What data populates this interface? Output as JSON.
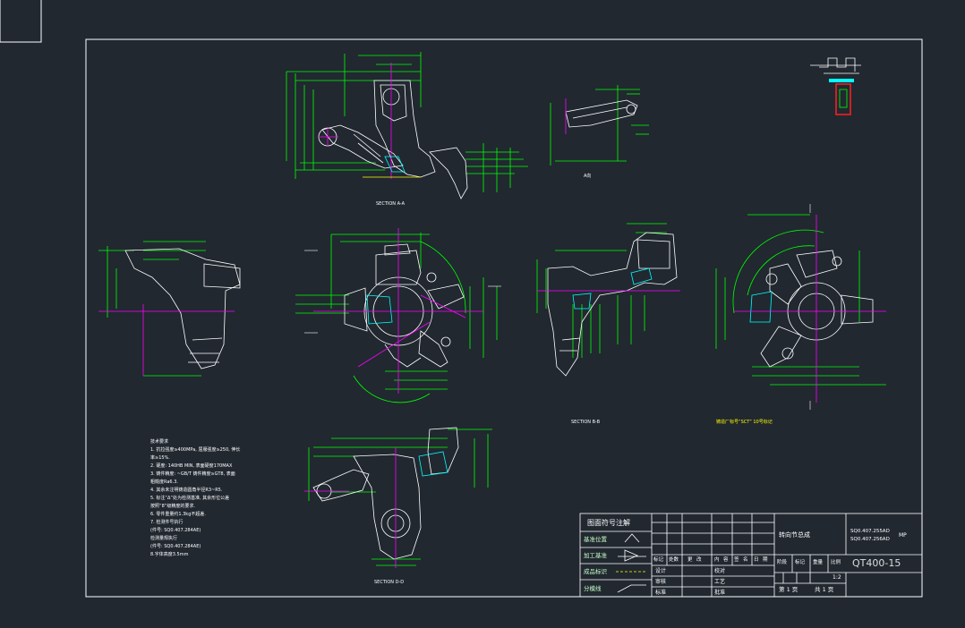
{
  "views": {
    "section_a": "SECTION A-A",
    "view_a": "A向",
    "section_b": "SECTION B-B",
    "section_d": "SECTION D-D",
    "callout_label": "铸造厂标号“SCT” 10号标记"
  },
  "notes": {
    "title": "技术要求",
    "lines": [
      "1. 抗拉强度≥400MPa, 屈服强度≥250, 伸长",
      "   率≥15%.",
      "2. 硬度: 140HB MIN, 表面硬度170MAX",
      "3. 铸件精度: ~GB/T 铸件精度≥GT8, 表面",
      "   粗糙度Ra6.3.",
      "4. 其余未注明铸造圆角半径R3~R5.",
      "5. 标注“Δ”处为检测基准, 其余形位公差",
      "   按照“8”级精度的要求.",
      "6. 零件重量约1.3kg不超差.",
      "7. 检测件号执行",
      "   (件号: SQ0.407.284AE)",
      "   检测量规执行",
      "   (件号: SQ0.407.284AE)",
      "8.字体高度3.5mm"
    ]
  },
  "legend": {
    "title": "图面符号注解",
    "items": [
      "基准位置",
      "加工基准",
      "成品标识",
      "分模线"
    ]
  },
  "title_block": {
    "part_name": "转向节总成",
    "doc_no_1": "SQ0.407.255AD",
    "doc_no_2": "SQ0.407.256AD",
    "mp": "MP",
    "material": "QT400-15",
    "scale": "1:2",
    "sheet": "第 1 页",
    "total": "共 1 页",
    "rev_header": [
      "标记",
      "处数",
      "更",
      "改",
      "内",
      "容",
      "签",
      "名",
      "日",
      "期"
    ],
    "stage_header": [
      "阶段",
      "标记",
      "重量",
      "比例"
    ],
    "roles": [
      "设计",
      "审核",
      "标准",
      "校对",
      "工艺",
      "批准"
    ]
  },
  "colors": {
    "background": "#212830",
    "frame": "#ffffff",
    "dimension": "#00ff00",
    "outline": "#ffffff",
    "center": "#ff00ff",
    "accent": "#ffff00",
    "section_hatch": "#00ffff"
  }
}
